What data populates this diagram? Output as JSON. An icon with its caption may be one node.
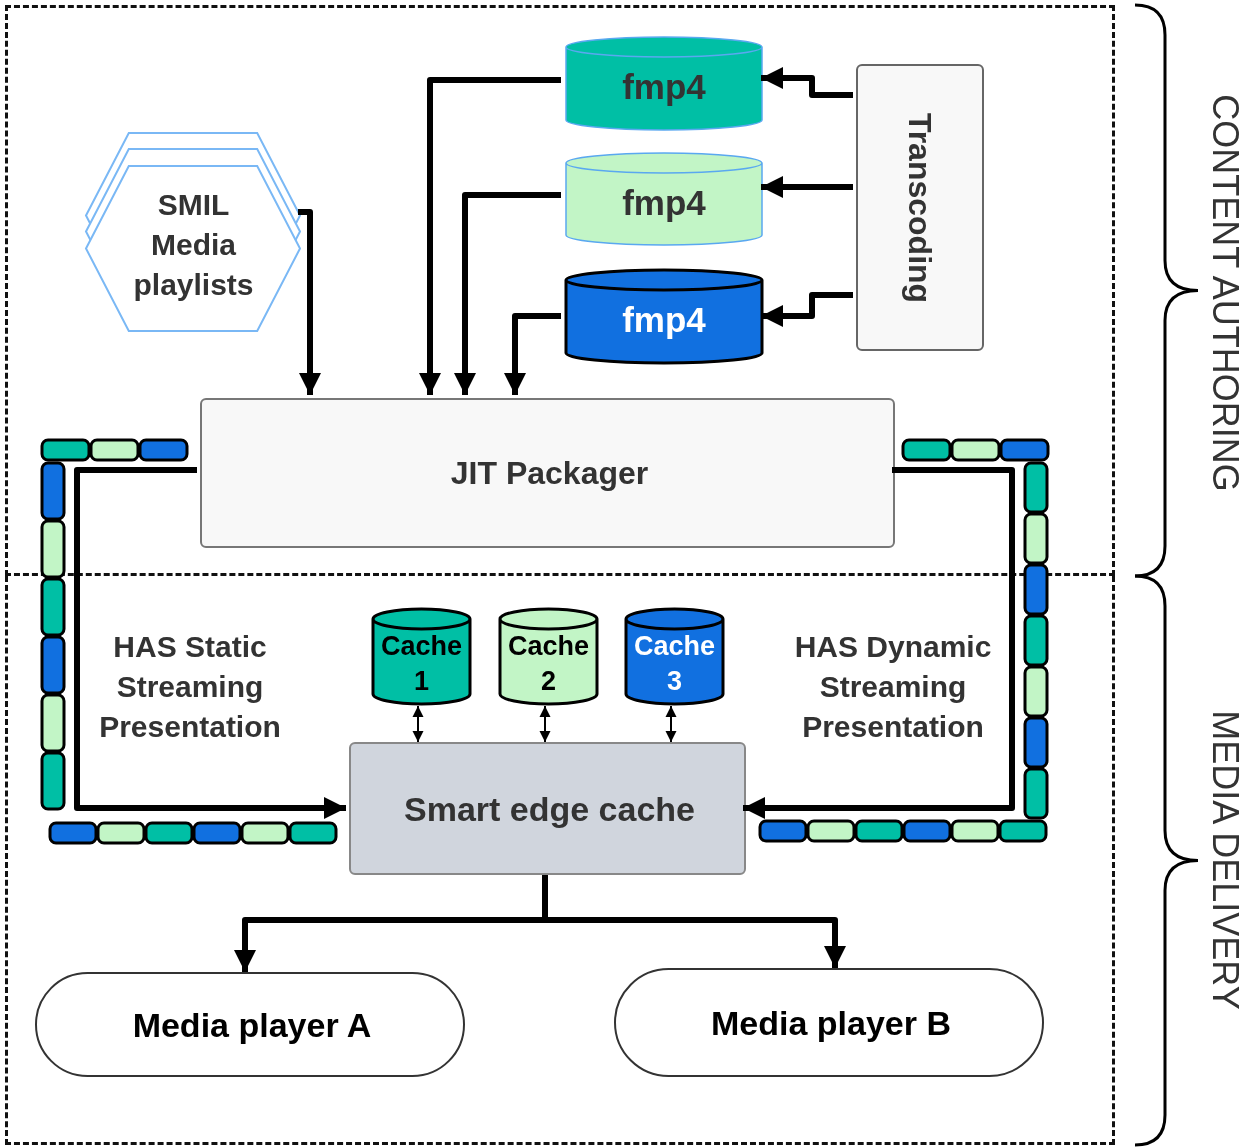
{
  "diagram": {
    "nodes": [
      {
        "text": [
          "CONTENT AUTHORING"
        ]
      },
      {
        "text": [
          "SMIL Media playlists"
        ],
        "in": 0
      },
      {
        "text": [
          "fmp4"
        ],
        "in": 0
      },
      {
        "text": [
          "fmp4"
        ],
        "in": 0
      },
      {
        "text": [
          "fmp4"
        ],
        "in": 0
      },
      {
        "text": [
          "Transcoding"
        ],
        "in": 0
      },
      {
        "text": [
          "JIT Packager"
        ],
        "in": 0
      },
      {
        "text": [
          "MEDIA DELIVERY"
        ]
      },
      {
        "text": [
          "Cache 1"
        ],
        "in": 7
      },
      {
        "text": [
          "Cache 2"
        ],
        "in": 7
      },
      {
        "text": [
          "Cache 3"
        ],
        "in": 7
      },
      {
        "text": [
          "Smart edge cache"
        ],
        "in": 7
      },
      {
        "text": [
          "Media player A"
        ],
        "in": 7
      },
      {
        "text": [
          "Media player B"
        ],
        "in": 7
      }
    ],
    "edges": [
      {
        "from": 1,
        "to": 6,
        "arrow": "to"
      },
      {
        "from": 2,
        "to": 6,
        "arrow": "to"
      },
      {
        "from": 3,
        "to": 6,
        "arrow": "to"
      },
      {
        "from": 4,
        "to": 6,
        "arrow": "to"
      },
      {
        "from": 5,
        "to": 2,
        "arrow": "to"
      },
      {
        "from": 5,
        "to": 3,
        "arrow": "to"
      },
      {
        "from": 5,
        "to": 4,
        "arrow": "to"
      },
      {
        "from": 6,
        "to": 11,
        "arrow": "to",
        "label": "HAS Static Streaming Presentation"
      },
      {
        "from": 6,
        "to": 11,
        "arrow": "to",
        "label": "HAS Dynamic Streaming Presentation"
      },
      {
        "from": 8,
        "to": 11,
        "arrow": "both"
      },
      {
        "from": 9,
        "to": 11,
        "arrow": "both"
      },
      {
        "from": 10,
        "to": 11,
        "arrow": "both"
      },
      {
        "from": 11,
        "to": 12,
        "arrow": "to"
      },
      {
        "from": 11,
        "to": 13,
        "arrow": "to"
      }
    ]
  }
}
